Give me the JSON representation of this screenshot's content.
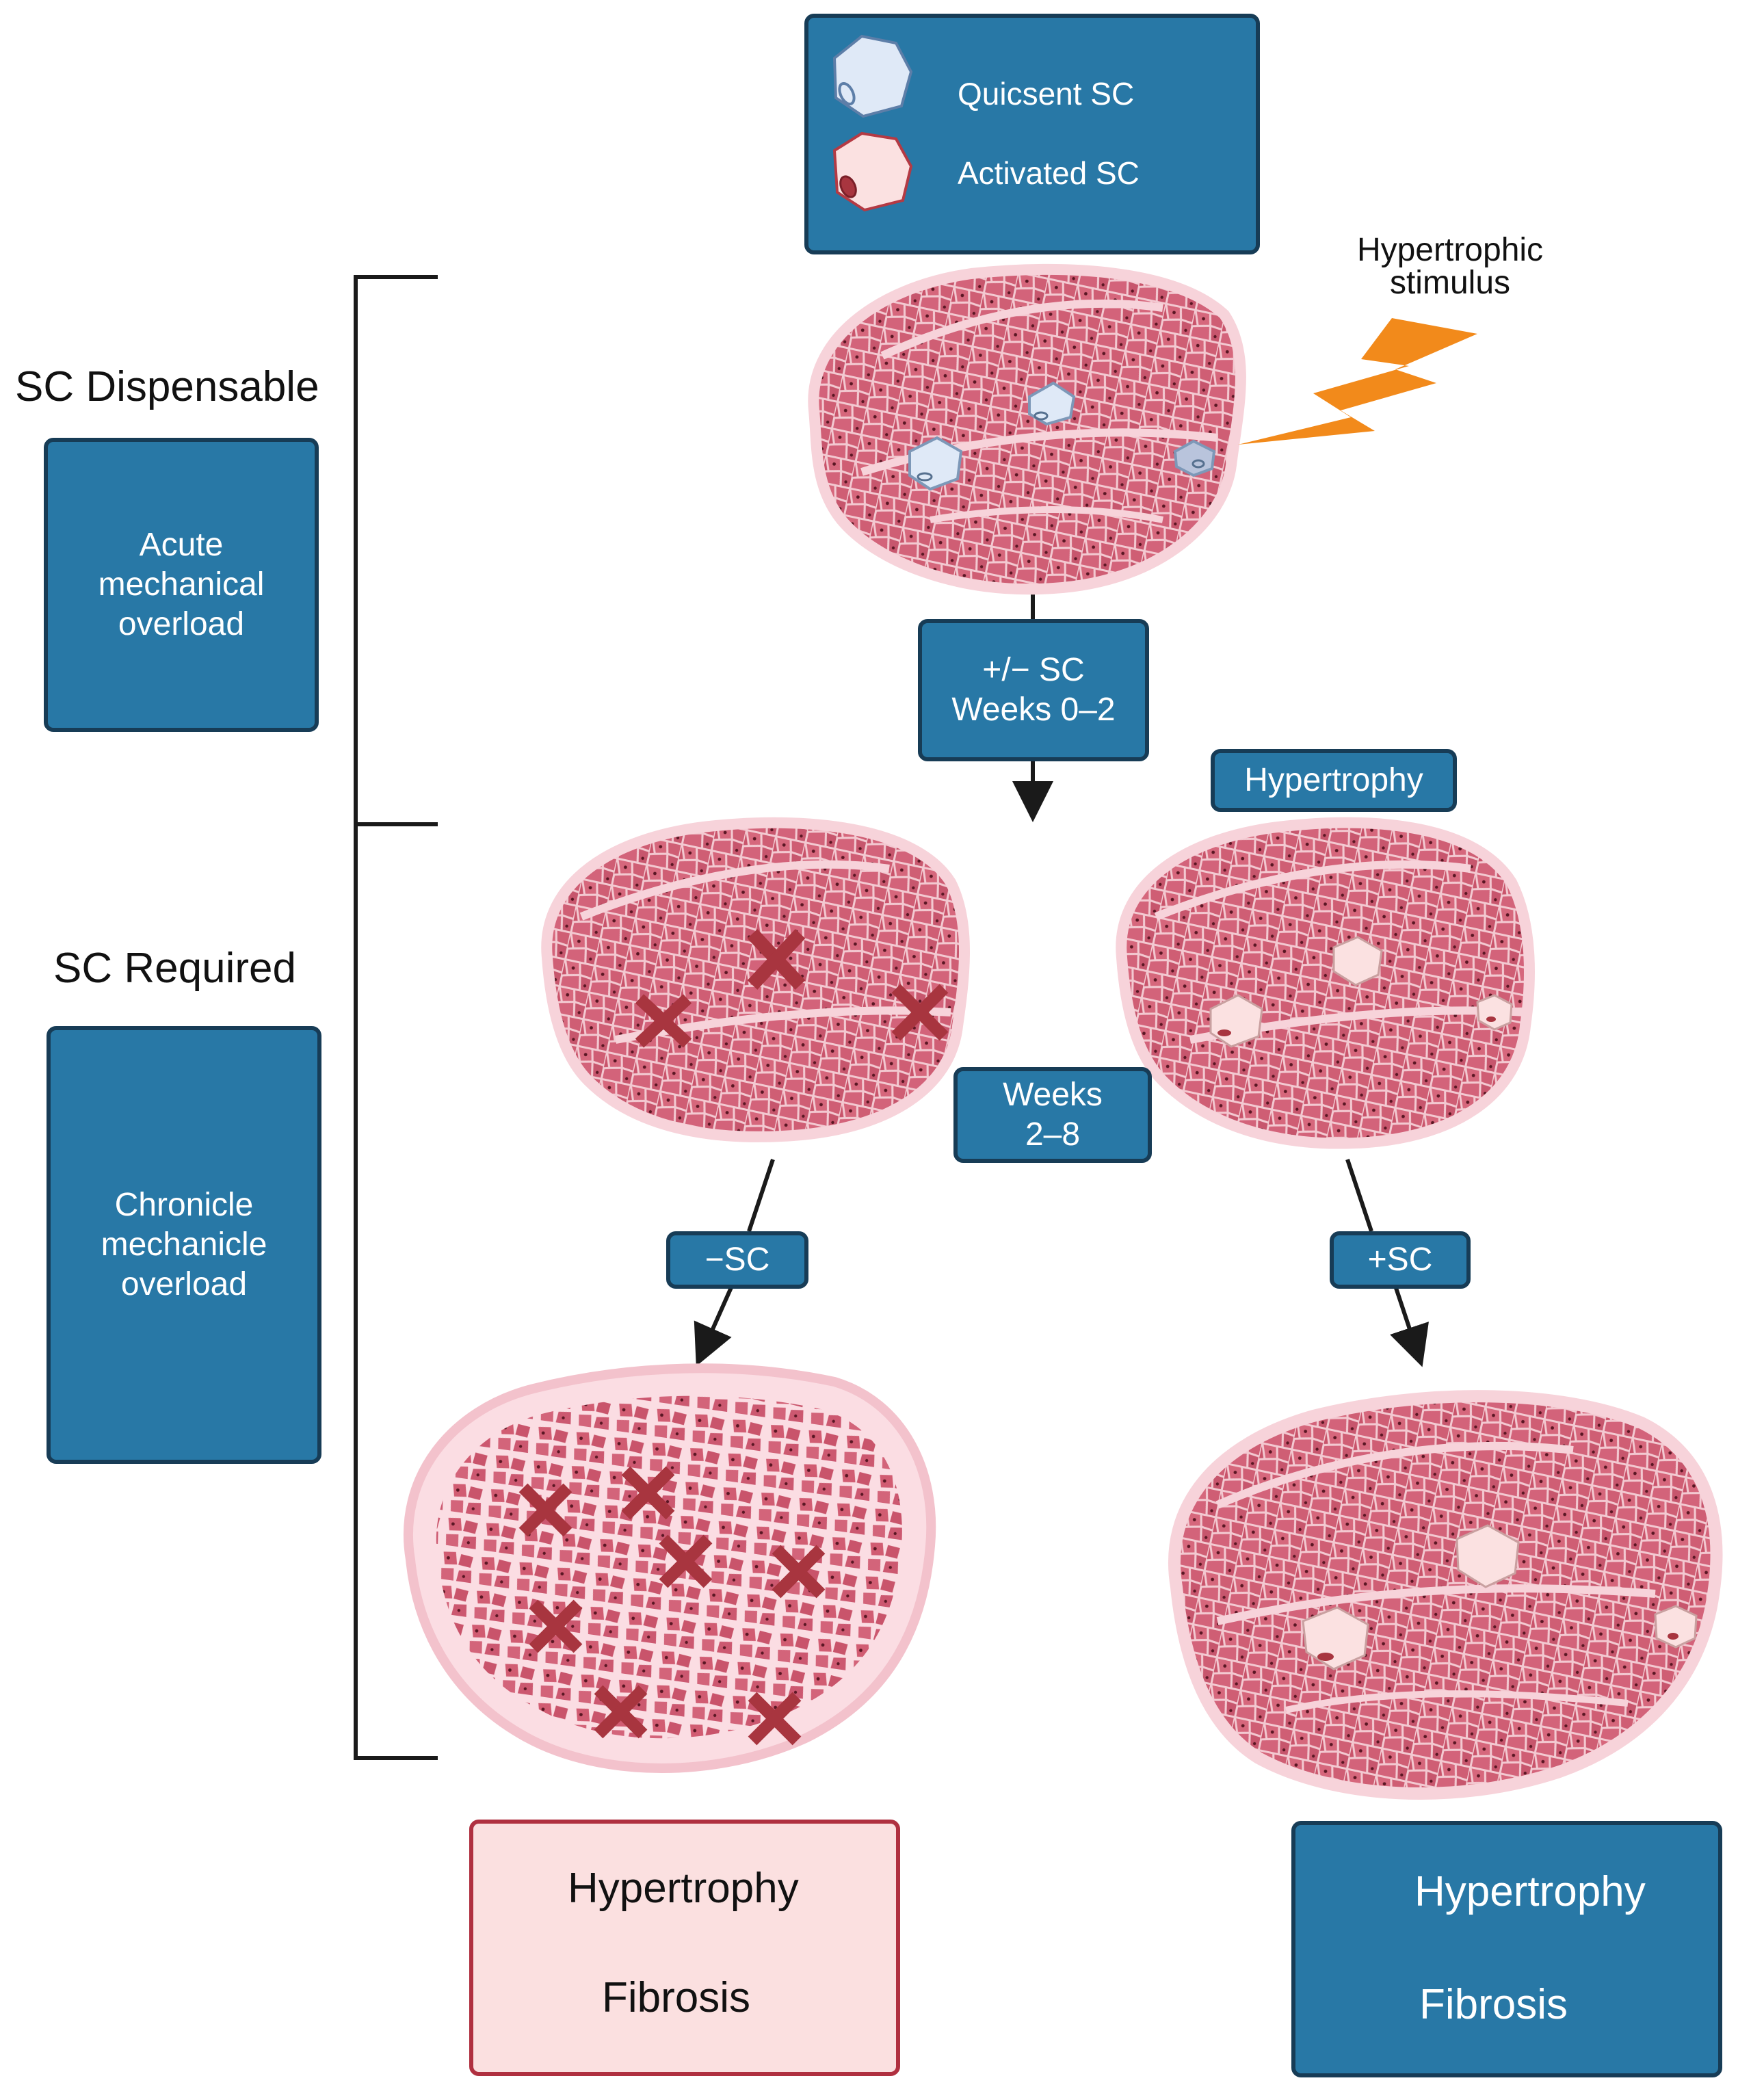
{
  "legend": {
    "quiescent_label": "Quicsent SC",
    "activated_label": "Activated SC"
  },
  "stimulus": {
    "label_line1": "Hypertrophic",
    "label_line2": "stimulus"
  },
  "phases": {
    "dispensable_title": "SC Dispensable",
    "dispensable_box": "Acute\nmechanical\noverload",
    "required_title": "SC Required",
    "required_box": "Chronicle\nmechanicle\noverload"
  },
  "steps": {
    "sc_weeks_0_2": "+/− SC\nWeeks 0–2",
    "hypertrophy_tag": "Hypertrophy",
    "weeks_2_8": "Weeks\n2–8",
    "minus_sc": "−SC",
    "plus_sc": "+SC"
  },
  "outcomes": {
    "left": {
      "hypertrophy": "Hypertrophy",
      "fibrosis": "Fibrosis"
    },
    "right": {
      "hypertrophy": "Hypertrophy",
      "fibrosis": "Fibrosis"
    }
  },
  "colors": {
    "box_fill": "#2878a6",
    "box_border": "#173c56",
    "muscle_fill": "#d45c72",
    "muscle_fiber": "#c8506a",
    "muscle_outline": "#f6cfd6",
    "quiescent_cell": "#dfe9f7",
    "activated_cell": "#fbe1e1",
    "cross": "#a8353f",
    "lightning": "#f28a1b",
    "arrow_up_green": "#5ac23b",
    "arrow_up_pink": "#d88a8c",
    "outcome_left_fill": "#fbe0e0",
    "outcome_left_border": "#b03040"
  },
  "icons": [
    "quiescent-cell-icon",
    "activated-cell-icon",
    "lightning-icon",
    "cross-icon",
    "up-arrow-icon",
    "double-arrow-icon"
  ]
}
